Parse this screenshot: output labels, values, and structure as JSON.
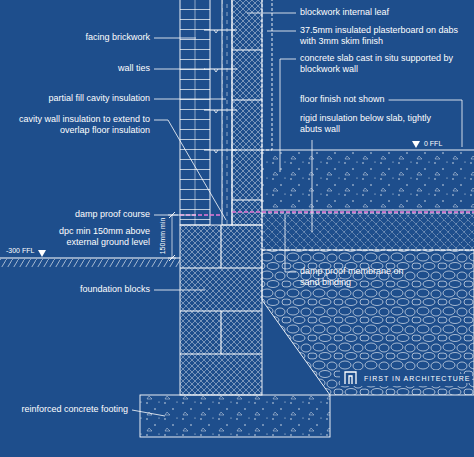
{
  "diagram": {
    "labels": [
      "facing brickwork",
      "wall ties",
      "partial fill cavity insulation",
      "cavity wall insulation to extend to overlap floor insulation",
      "damp proof course",
      "dpc min 150mm above external ground level",
      "-300 FFL",
      "150mm min",
      "foundation blocks",
      "reinforced concrete footing",
      "blockwork internal leaf",
      "37.5mm insulated plasterboard on dabs with 3mm skim finish",
      "concrete slab cast in situ supported by blockwork wall",
      "floor finish not shown",
      "rigid insulation below slab, tightly abuts wall",
      "0 FFL",
      "damp proof membrane on sand binding",
      "FIRST IN ARCHITECTURE"
    ]
  }
}
